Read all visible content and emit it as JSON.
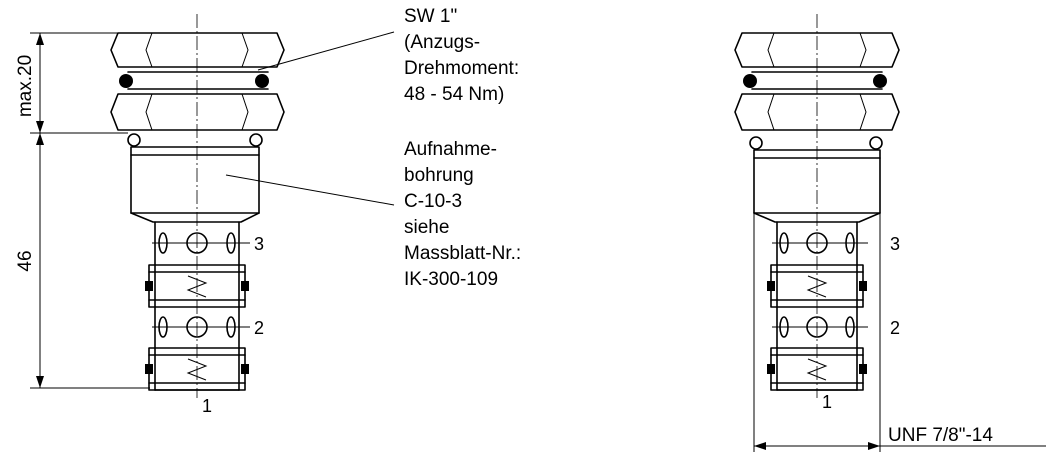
{
  "dimensions": {
    "seal_height": "max.20",
    "body_length": "46",
    "thread": "UNF 7/8\"-14"
  },
  "callouts": {
    "wrench": [
      "SW 1\"",
      "(Anzugs-",
      "Drehmoment:",
      "48 - 54 Nm)"
    ],
    "bore": [
      "Aufnahme-",
      "bohrung",
      "C-10-3",
      "siehe",
      "Massblatt-Nr.:",
      "IK-300-109"
    ]
  },
  "ports": {
    "port_1": "1",
    "port_2": "2",
    "port_3": "3"
  }
}
